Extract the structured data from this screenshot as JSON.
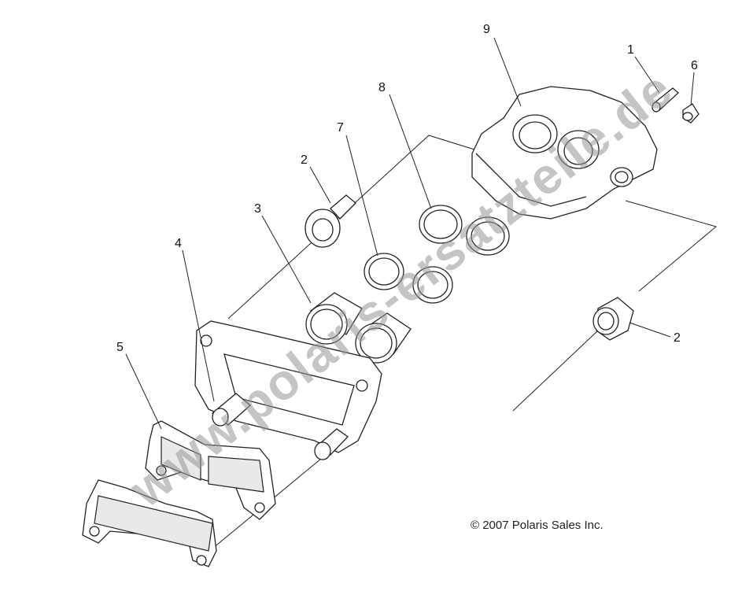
{
  "diagram": {
    "callouts": [
      {
        "id": "c1",
        "label": "1"
      },
      {
        "id": "c6",
        "label": "6"
      },
      {
        "id": "c9",
        "label": "9"
      },
      {
        "id": "c8",
        "label": "8"
      },
      {
        "id": "c7",
        "label": "7"
      },
      {
        "id": "c2a",
        "label": "2"
      },
      {
        "id": "c3",
        "label": "3"
      },
      {
        "id": "c4",
        "label": "4"
      },
      {
        "id": "c5",
        "label": "5"
      },
      {
        "id": "c2b",
        "label": "2"
      }
    ],
    "copyright": "© 2007 Polaris Sales Inc.",
    "watermark": "www.polaris-ersatzteile.de"
  }
}
